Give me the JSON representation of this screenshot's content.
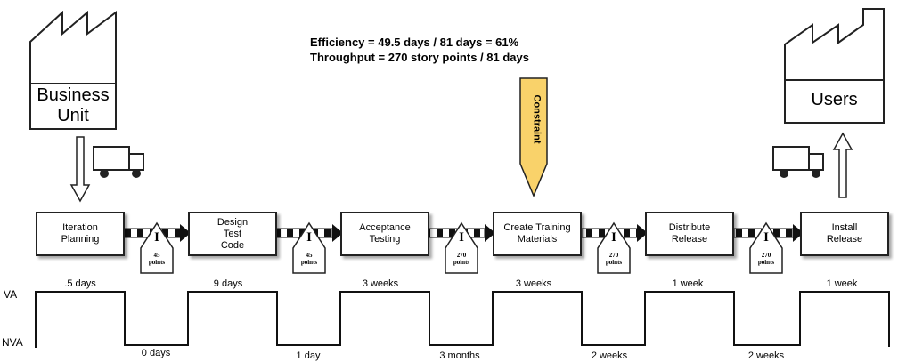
{
  "metrics": {
    "efficiency": "Efficiency = 49.5 days /  81 days = 61%",
    "throughput": "Throughput = 270 story points / 81 days"
  },
  "source": {
    "label": "Business\nUnit"
  },
  "sink": {
    "label": "Users"
  },
  "constraint": {
    "label": "Constraint",
    "color": "#f9d26a"
  },
  "processes": [
    {
      "label": "Iteration\nPlanning"
    },
    {
      "label": "Design\nTest\nCode"
    },
    {
      "label": "Acceptance\nTesting"
    },
    {
      "label": "Create Training\nMaterials"
    },
    {
      "label": "Distribute\nRelease"
    },
    {
      "label": "Install\nRelease"
    }
  ],
  "inventories": [
    {
      "symbol": "I",
      "amount": "45",
      "unit": "points"
    },
    {
      "symbol": "I",
      "amount": "45",
      "unit": "points"
    },
    {
      "symbol": "I",
      "amount": "270",
      "unit": "points"
    },
    {
      "symbol": "I",
      "amount": "270",
      "unit": "points"
    },
    {
      "symbol": "I",
      "amount": "270",
      "unit": "points"
    }
  ],
  "timeline": {
    "va_label": "VA",
    "nva_label": "NVA",
    "va_times": [
      ".5 days",
      "9 days",
      "3 weeks",
      "3 weeks",
      "1 week",
      "1 week"
    ],
    "nva_times": [
      "0 days",
      "1 day",
      "3 months",
      "2 weeks",
      "2 weeks"
    ]
  }
}
